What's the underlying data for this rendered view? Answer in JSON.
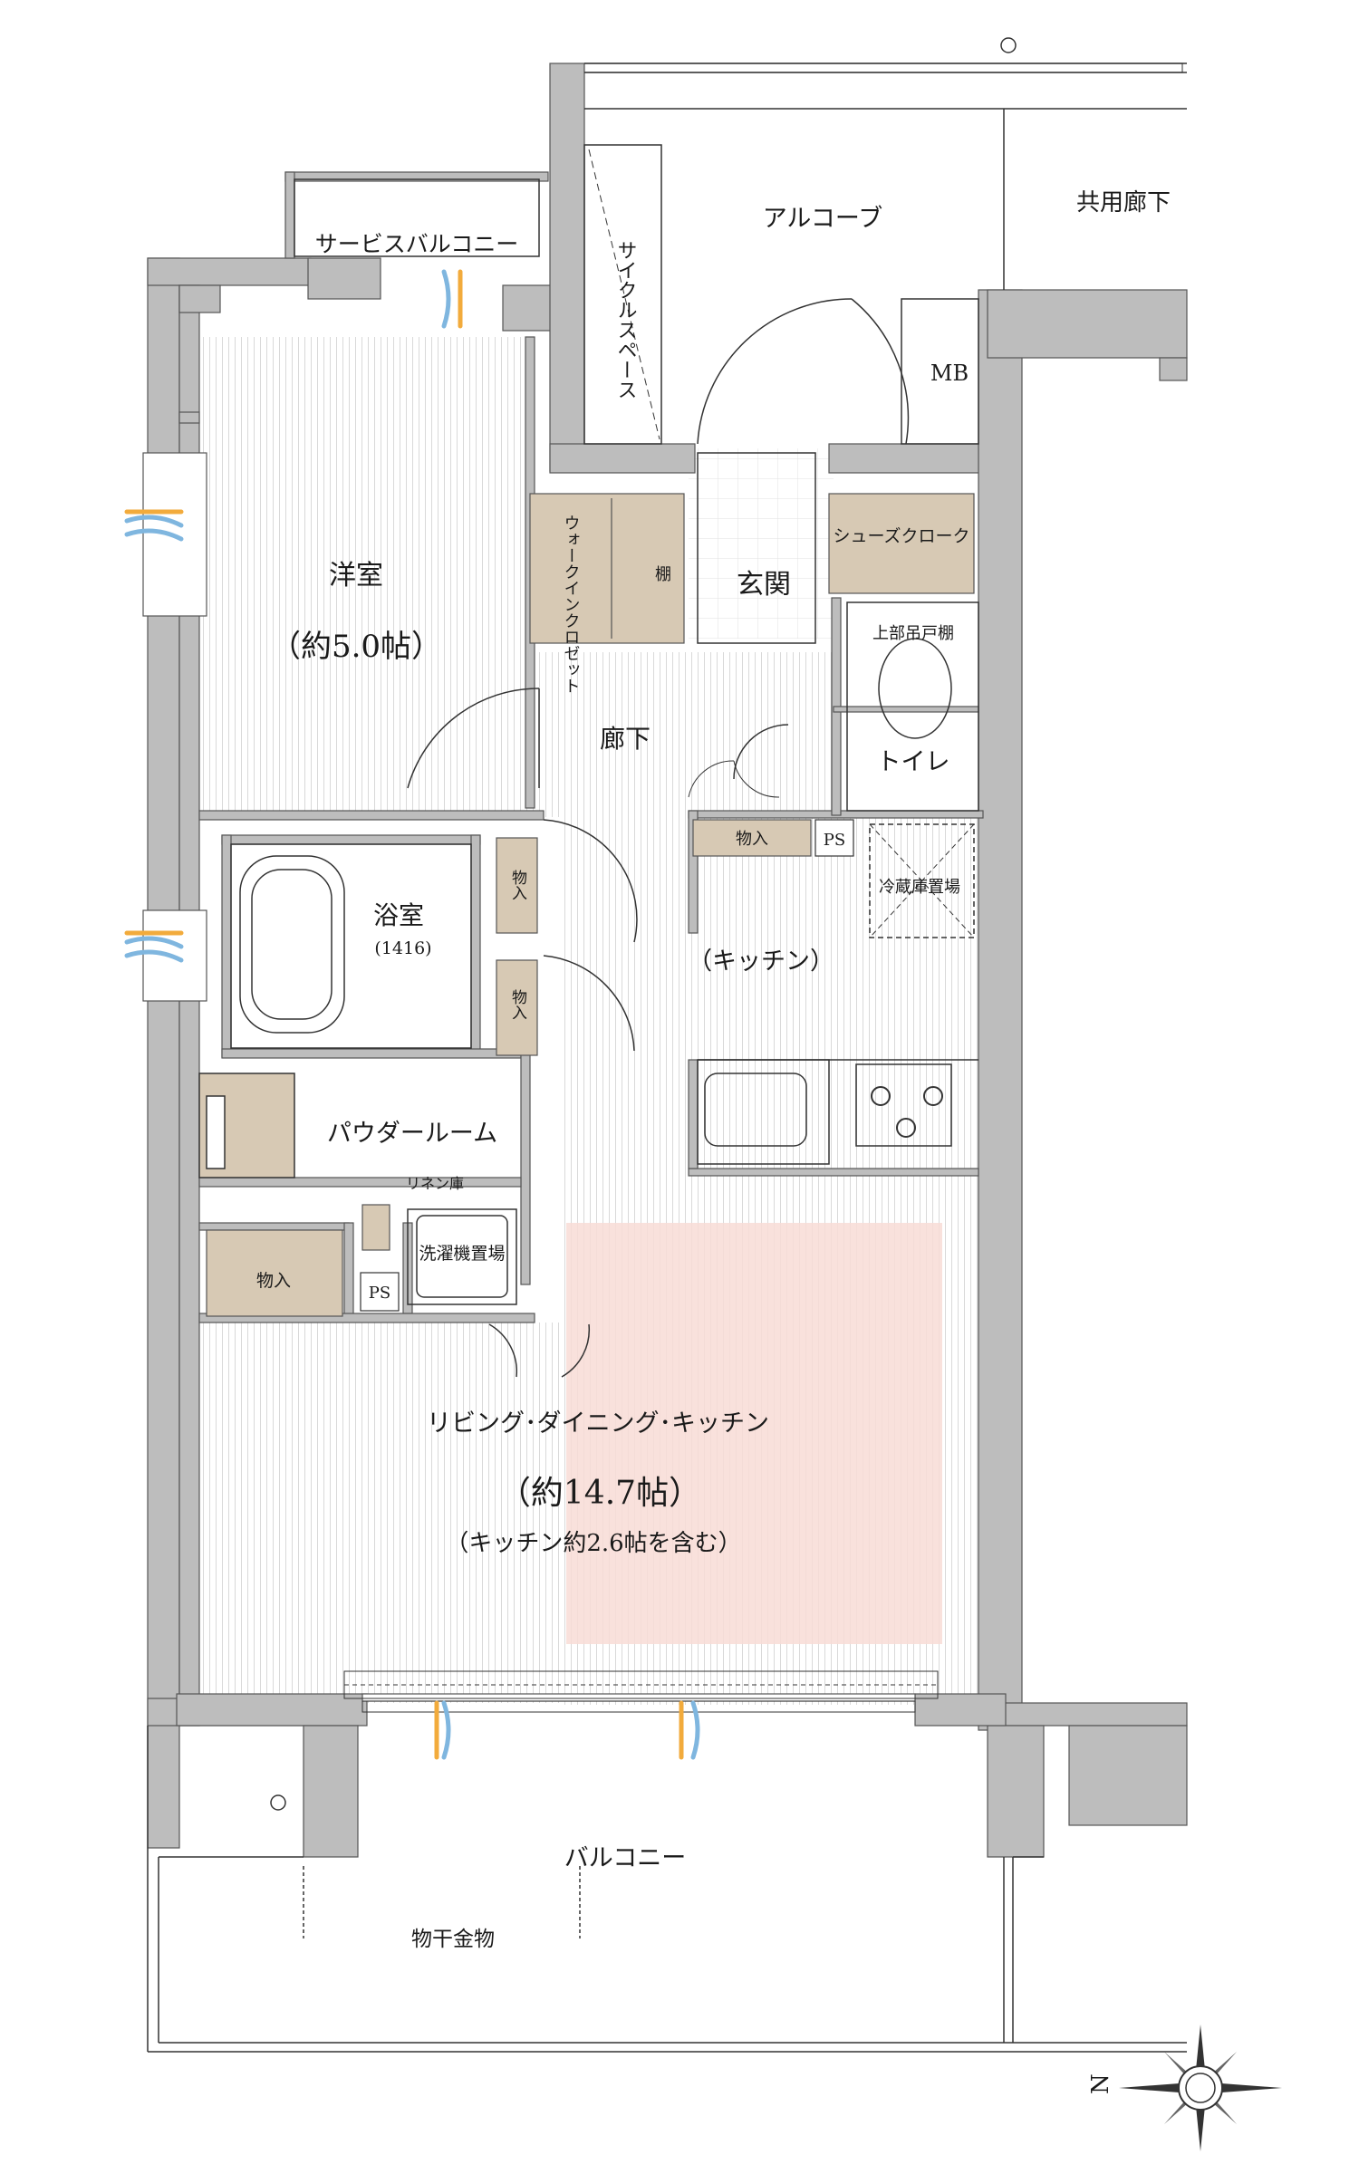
{
  "colors": {
    "wall": "#bdbdbd",
    "floor_stripe": "#d9d9d9",
    "storage": "#d7c9b4",
    "highlight": "#f8dcd6",
    "window_blue": "#7fb6df",
    "window_orange": "#f2ab3c"
  },
  "rooms": {
    "service_balcony": "サービスバルコニー",
    "alcove": "アルコーブ",
    "common_corridor": "共用廊下",
    "cycle_space": "サイクルスペース",
    "mb": "MB",
    "western_room": "洋室",
    "western_room_size": "（約5.0帖）",
    "walk_in_closet": "ウォークインクロゼット",
    "shelf": "棚",
    "entrance": "玄関",
    "shoe_closet": "シューズクローク",
    "upper_cabinet": "上部吊戸棚",
    "toilet": "トイレ",
    "hallway": "廊下",
    "storage_hall": "物入",
    "ps_1": "PS",
    "fridge_space": "冷蔵庫置場",
    "bathroom": "浴室",
    "bathroom_size": "(1416)",
    "storage_bath_1": "物入",
    "storage_bath_2": "物入",
    "kitchen": "（キッチン）",
    "powder_room": "パウダールーム",
    "linen_cabinet": "リネン庫",
    "washer_space": "洗濯機置場",
    "storage_ldk": "物入",
    "ps_2": "PS",
    "ldk": "リビング･ダイニング･キッチン",
    "ldk_size": "（約14.7帖）",
    "ldk_note": "（キッチン約2.6帖を含む）",
    "balcony": "バルコニー",
    "clothes_dryer": "物干金物"
  },
  "compass": {
    "north": "N"
  }
}
